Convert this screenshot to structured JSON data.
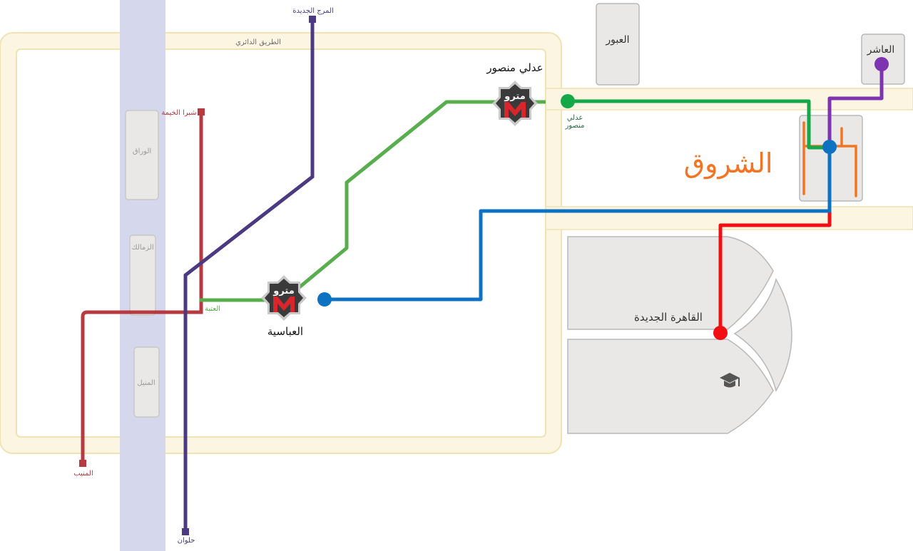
{
  "map": {
    "colors": {
      "ring_road": "#fbf5e2",
      "ring_road_border": "#efe2b3",
      "river": "#d5d7ec",
      "block": "#e9e8e6",
      "block_border": "#b8b8b8",
      "line1_red": "#b63a3f",
      "line2_purple": "#4b3a82",
      "line3_green": "#58ad4c",
      "route_green": "#14a849",
      "route_blue": "#0d72c2",
      "route_red": "#f20f14",
      "route_purple": "#7e33b0",
      "sherouk_orange": "#f37524"
    },
    "labels": {
      "ring_road": "الطريق الدائري",
      "marg": "المرج الجديدة",
      "shubra": "شبرا الخيمة",
      "warraq": "الوراق",
      "zamalek": "الزمالك",
      "manial": "المنيل",
      "ataba": "العتبة",
      "abbasiya": "العباسية",
      "adly_big": "عدلي منصور",
      "adly_small_1": "عدلي",
      "adly_small_2": "منصور",
      "obour": "العبور",
      "asher": "العاشر",
      "sherouk": "الشروق",
      "new_cairo": "القاهرة الجديدة",
      "monib": "المنيب",
      "helwan": "حلوان",
      "metro_logo": "مترو"
    },
    "icons": {
      "metro": "metro-station-icon",
      "university": "graduation-cap-icon"
    }
  }
}
